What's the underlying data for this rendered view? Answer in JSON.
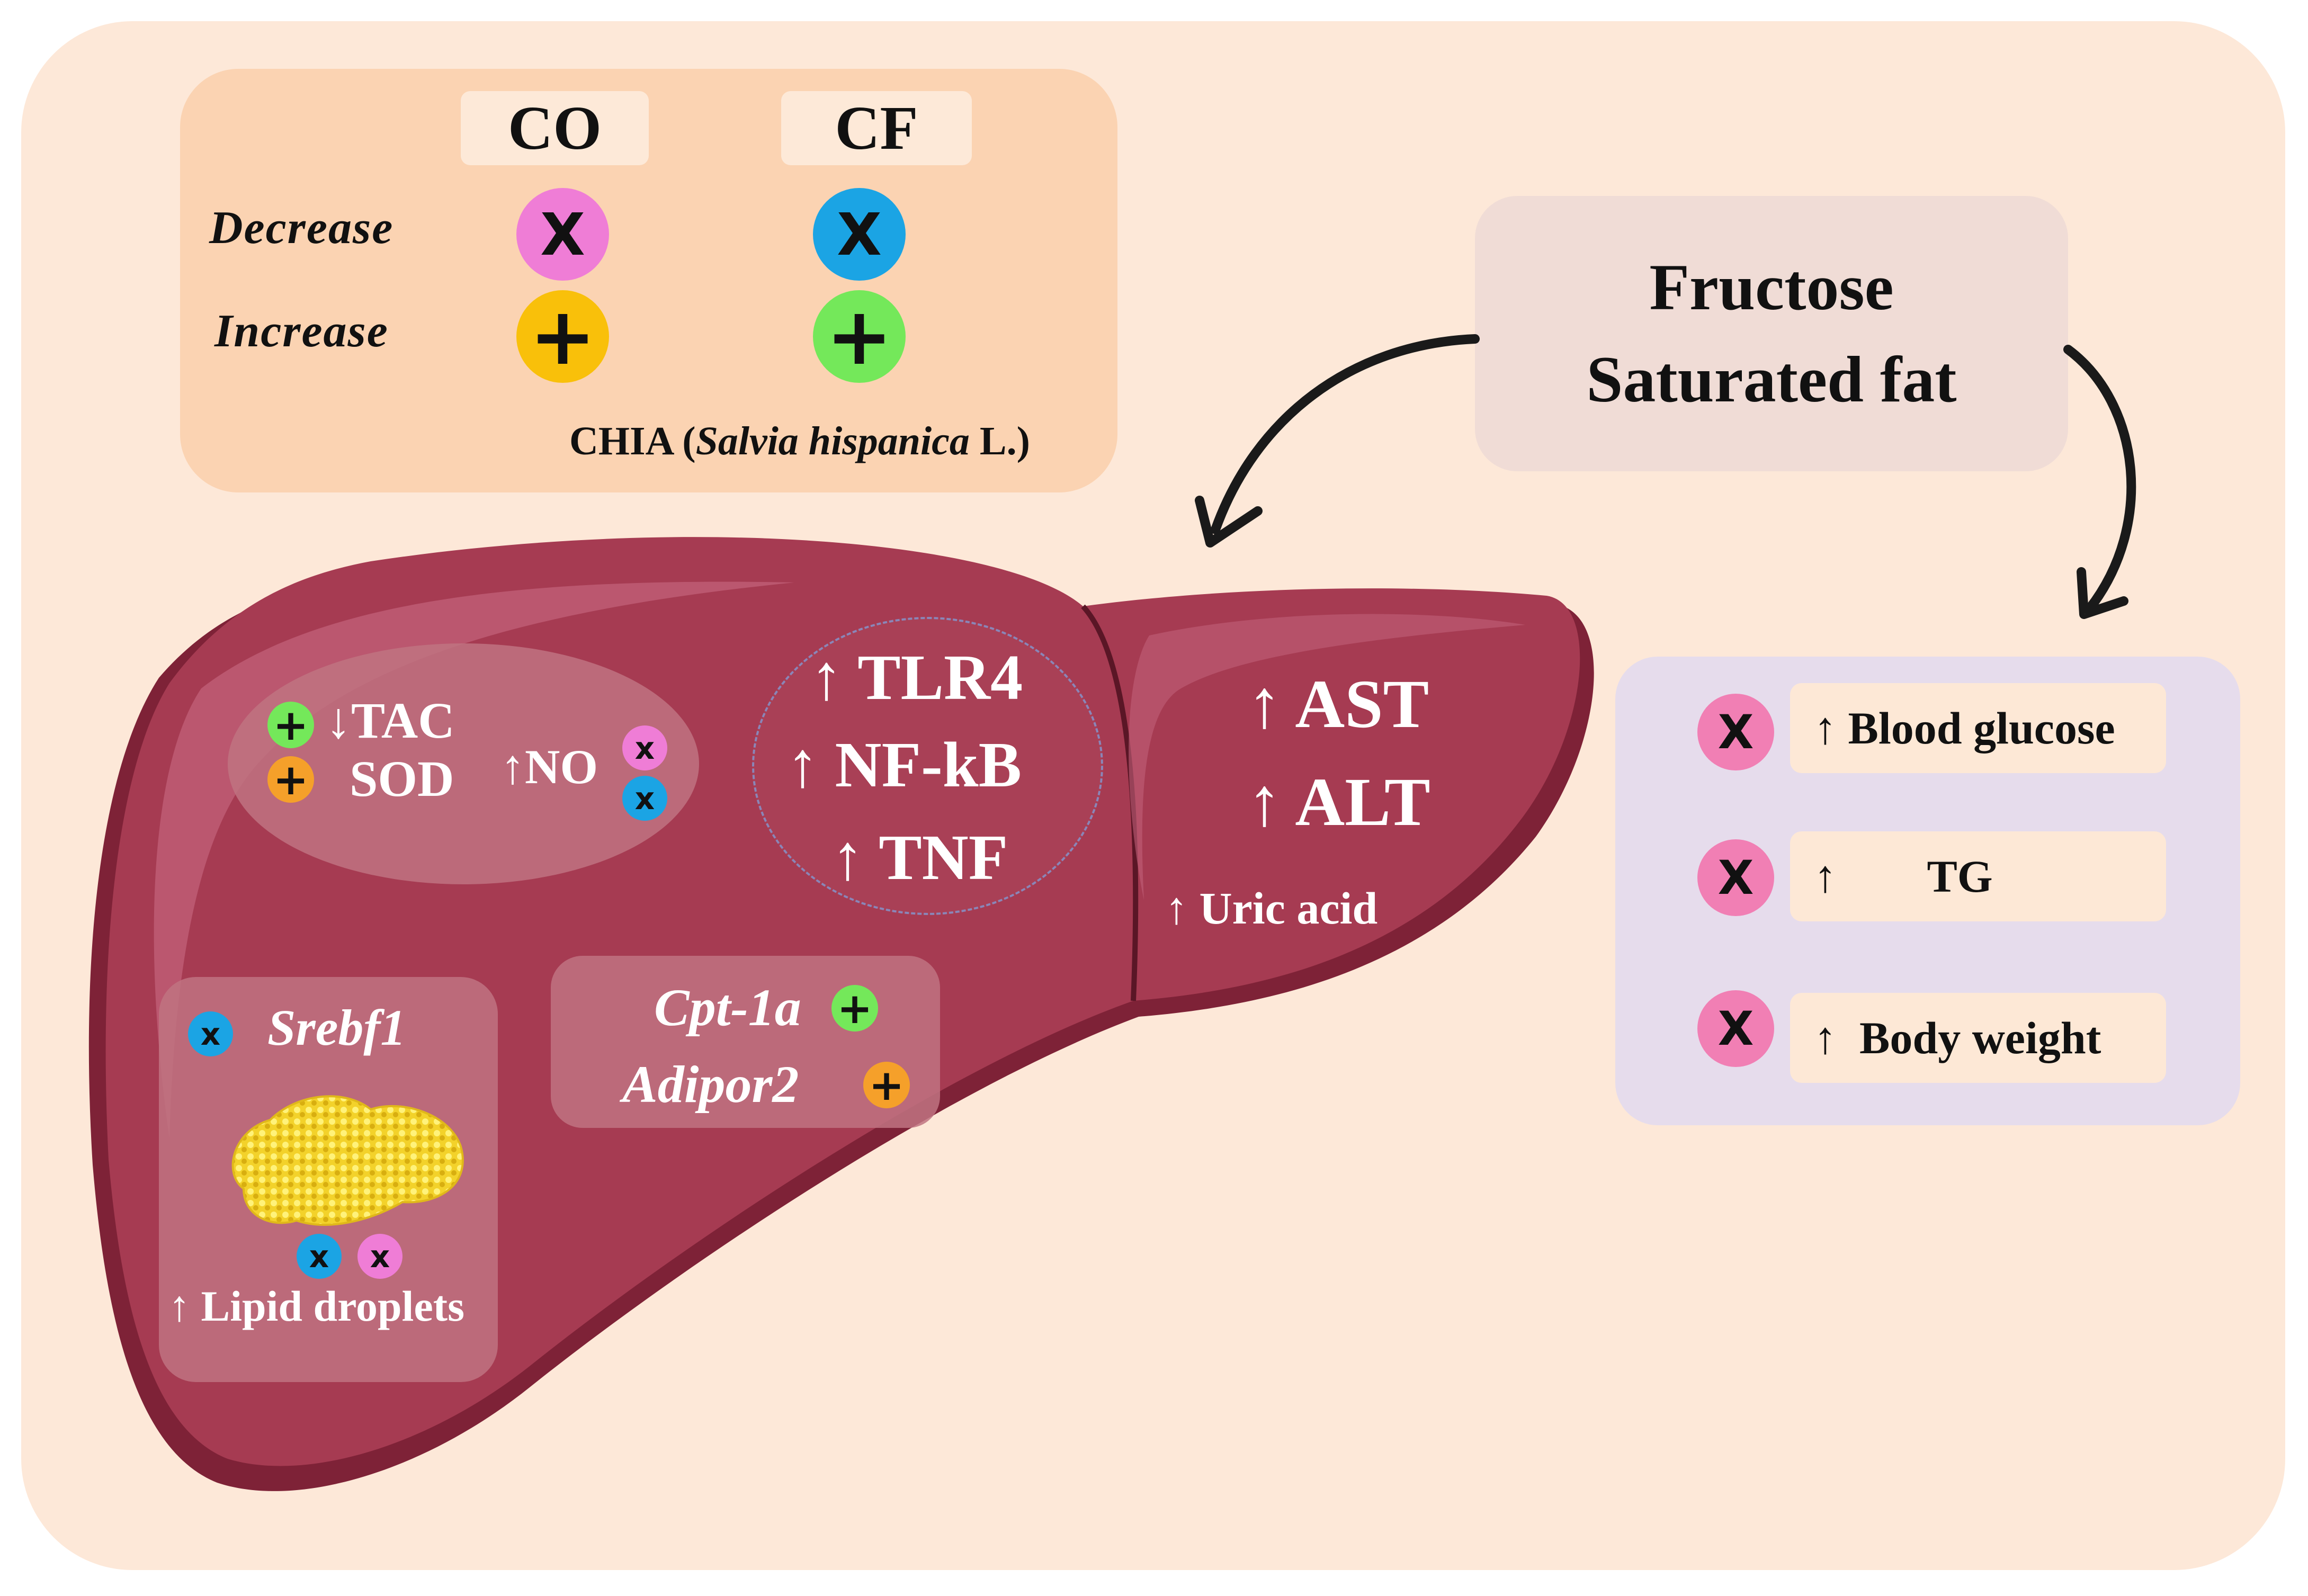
{
  "colors": {
    "page_bg": "#fde8d8",
    "legend_bg": "#fbd3b2",
    "liver": "#a63b52",
    "liver_dark": "#7e2237",
    "liver_highlight": "#c2617a",
    "diet_box": "#f0dcd6",
    "outcomes_panel": "#e6dcec",
    "outcome_label_bg": "#fde8d6",
    "co_decrease": "#ef7dd6",
    "cf_decrease": "#1ba4e4",
    "co_increase": "#f9c00a",
    "cf_increase": "#74e85a",
    "orange_increase": "#f5a02a",
    "pink_x": "#f17fb4"
  },
  "legend": {
    "col_co": "CO",
    "col_cf": "CF",
    "row_decrease": "Decrease",
    "row_increase": "Increase",
    "x_symbol": "X",
    "plus_symbol": "+",
    "caption_prefix": "CHIA (",
    "caption_species": "Salvia hispanica",
    "caption_suffix": " L.)"
  },
  "diet": {
    "line1": "Fructose",
    "line2": "Saturated fat"
  },
  "outcomes": [
    {
      "symbol": "X",
      "label": "↑ Blood glucose"
    },
    {
      "symbol": "X",
      "label": "↑        TG"
    },
    {
      "symbol": "X",
      "label": "↑  Body weight"
    }
  ],
  "liver": {
    "oxidative": {
      "tac": "↓TAC",
      "sod": "SOD",
      "no": "↑NO",
      "plus": "+",
      "x": "x"
    },
    "inflammation": {
      "tlr4": "↑ TLR4",
      "nfkb": "↑ NF-kB",
      "tnf": "↑ TNF"
    },
    "enzymes": {
      "ast": "↑ AST",
      "alt": "↑ ALT",
      "uric": "↑ Uric acid"
    },
    "lipogenesis": {
      "gene": "Srebf1",
      "droplets": "↑ Lipid droplets",
      "x": "x"
    },
    "oxidation": {
      "cpt": "Cpt-1a",
      "adipor": "Adipor2",
      "plus": "+"
    }
  }
}
